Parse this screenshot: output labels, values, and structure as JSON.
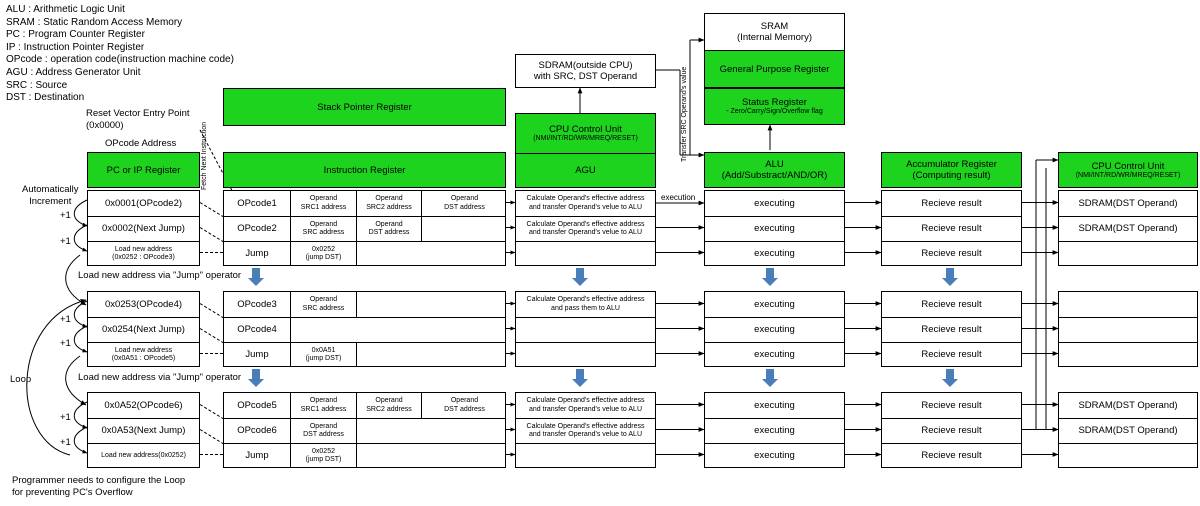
{
  "legend": [
    "ALU : Arithmetic Logic Unit",
    "SRAM : Static Random Access Memory",
    "PC : Program Counter Register",
    "IP : Instruction Pointer Register",
    "OPcode : operation code(instruction machine code)",
    "AGU : Address Generator Unit",
    "SRC : Source",
    "DST : Destination"
  ],
  "notes": {
    "reset_line1": "Reset Vector Entry Point",
    "reset_line2": "(0x0000)",
    "opcode_address": "OPcode Address",
    "auto_line1": "Automatically",
    "auto_line2": "Increment",
    "plus_one": "+1",
    "load_jump": "Load new address via \"Jump\" operator",
    "loop": "Loop",
    "programmer_line1": "Programmer needs to configure the Loop",
    "programmer_line2": "for  preventing PC's Overflow",
    "fetch_next": "Fetch Next Instruction",
    "execution": "execution",
    "transfer_src": "Transfer SRC Operand's value"
  },
  "headers": {
    "pc": "PC or IP Register",
    "stack_pointer": "Stack Pointer Register",
    "instruction": "Instruction Register",
    "sdram_line1": "SDRAM(outside CPU)",
    "sdram_line2": "with SRC, DST Operand",
    "ccu_title": "CPU Control Unit",
    "ccu_signals": "(NMI/INT/RD/WR/MREQ/RESET)",
    "agu": "AGU",
    "sram_title": "SRAM",
    "sram_sub": "(Internal Memory)",
    "gpr": "General Purpose Register",
    "status_title": "Status Register",
    "status_flags": "- Zero/Carry/Sign/Overflow flag",
    "alu_title": "ALU",
    "alu_sub": "(Add/Substract/AND/OR)",
    "acc_title": "Accumulator Register",
    "acc_sub": "(Computing result)",
    "ccu2_title": "CPU Control Unit",
    "ccu2_signals": "(NMI/INT/RD/WR/MREQ/RESET)"
  },
  "pc_rows": [
    [
      "0x0001(OPcode2)",
      "0x0002(Next Jump)",
      "Load new address\n(0x0252 : OPcode3)"
    ],
    [
      "0x0253(OPcode4)",
      "0x0254(Next Jump)",
      "Load new address\n(0x0A51 : OPcode5)"
    ],
    [
      "0x0A52(OPcode6)",
      "0x0A53(Next Jump)",
      "Load new address(0x0252)"
    ]
  ],
  "instr_rows": [
    [
      [
        "OPcode1",
        "Operand\nSRC1 address",
        "Operand\nSRC2 address",
        "Operand\nDST address"
      ],
      [
        "OPcode2",
        "Operand\nSRC address",
        "Operand\nDST address",
        ""
      ],
      [
        "Jump",
        "0x0252\n(jump DST)",
        "",
        ""
      ]
    ],
    [
      [
        "OPcode3",
        "Operand\nSRC address",
        "",
        ""
      ],
      [
        "OPcode4",
        "",
        "",
        ""
      ],
      [
        "Jump",
        "0x0A51\n(jump DST)",
        "",
        ""
      ]
    ],
    [
      [
        "OPcode5",
        "Operand\nSRC1 address",
        "Operand\nSRC2 address",
        "Operand\nDST address"
      ],
      [
        "OPcode6",
        "Operand\nDST address",
        "",
        ""
      ],
      [
        "Jump",
        "0x0252\n(jump DST)",
        "",
        ""
      ]
    ]
  ],
  "agu_rows": [
    [
      "Calculate Operand's effective address\nand transfer Operand's velue to ALU",
      "Calculate Operand's effective address\nand transfer Operand's velue to ALU",
      ""
    ],
    [
      "Calculate Operand's effective address\nand pass them to ALU",
      "",
      ""
    ],
    [
      "Calculate Operand's effective address\nand transfer Operand's velue to ALU",
      "Calculate Operand's effective address\nand transfer Operand's velue to ALU",
      ""
    ]
  ],
  "alu_rows": [
    [
      "executing",
      "executing",
      "executing"
    ],
    [
      "executing",
      "executing",
      "executing"
    ],
    [
      "executing",
      "executing",
      "executing"
    ]
  ],
  "acc_rows": [
    [
      "Recieve result",
      "Recieve result",
      "Recieve result"
    ],
    [
      "Recieve result",
      "Recieve result",
      "Recieve result"
    ],
    [
      "Recieve result",
      "Recieve result",
      "Recieve result"
    ]
  ],
  "ccu2_rows": [
    [
      "SDRAM(DST Operand)",
      "SDRAM(DST Operand)",
      ""
    ],
    [
      "",
      "",
      ""
    ],
    [
      "SDRAM(DST Operand)",
      "SDRAM(DST Operand)",
      ""
    ]
  ],
  "colors": {
    "green": "#1ed31e",
    "arrow_blue": "#4a7ebb",
    "line": "#000000",
    "dash": "#333333"
  }
}
